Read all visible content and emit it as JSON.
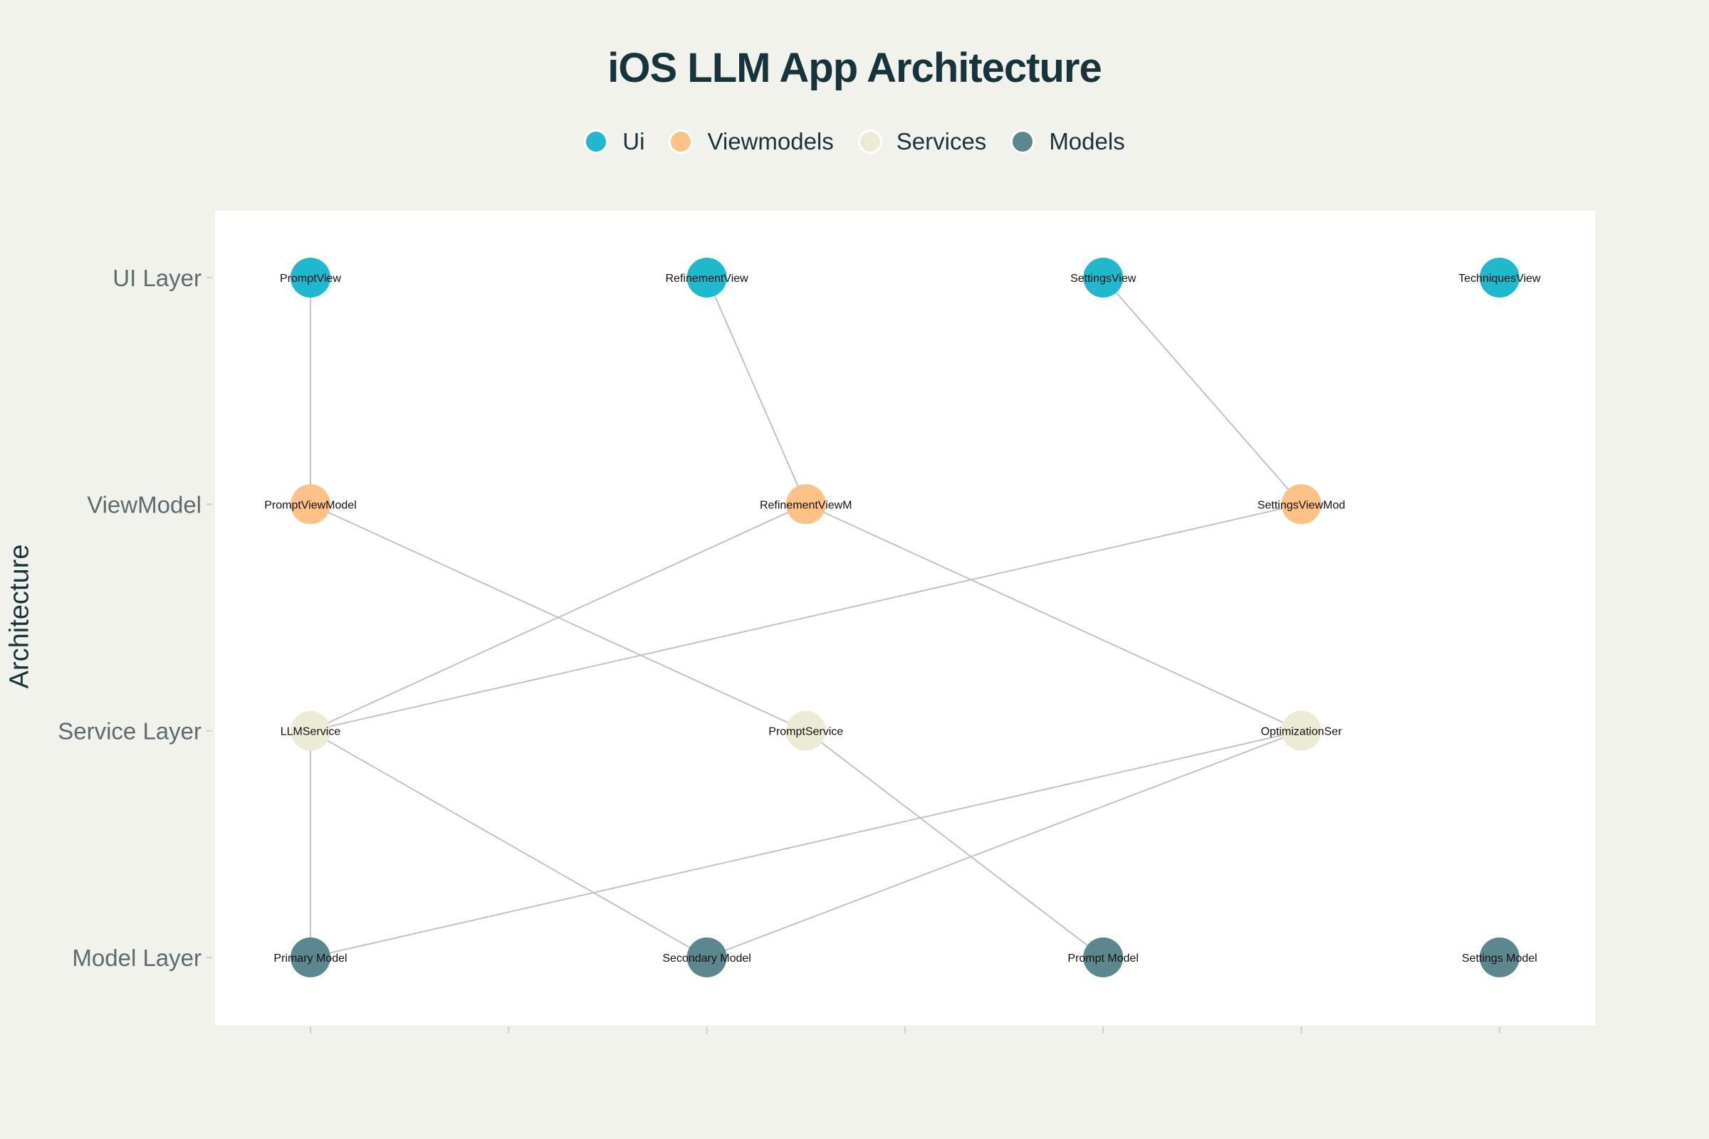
{
  "title": "iOS LLM App Architecture",
  "legend": [
    {
      "label": "Ui",
      "color": "#1fb8cd"
    },
    {
      "label": "Viewmodels",
      "color": "#ffc185"
    },
    {
      "label": "Services",
      "color": "#ecebd5"
    },
    {
      "label": "Models",
      "color": "#5d878f"
    }
  ],
  "y_axis_title": "Architecture",
  "layers": [
    "UI Layer",
    "ViewModel",
    "Service Layer",
    "Model Layer"
  ],
  "chart_data": {
    "type": "network",
    "nodes": [
      {
        "id": "PromptView",
        "label": "PromptView",
        "group": "Ui",
        "layer": "UI Layer",
        "col": 0
      },
      {
        "id": "RefinementView",
        "label": "RefinementView",
        "group": "Ui",
        "layer": "UI Layer",
        "col": 2
      },
      {
        "id": "SettingsView",
        "label": "SettingsView",
        "group": "Ui",
        "layer": "UI Layer",
        "col": 4
      },
      {
        "id": "TechniquesView",
        "label": "TechniquesView",
        "group": "Ui",
        "layer": "UI Layer",
        "col": 6
      },
      {
        "id": "PromptViewModel",
        "label": "PromptViewModel",
        "group": "Viewmodels",
        "layer": "ViewModel",
        "col": 0
      },
      {
        "id": "RefinementViewM",
        "label": "RefinementViewM",
        "group": "Viewmodels",
        "layer": "ViewModel",
        "col": 2.5
      },
      {
        "id": "SettingsViewMod",
        "label": "SettingsViewMod",
        "group": "Viewmodels",
        "layer": "ViewModel",
        "col": 5
      },
      {
        "id": "LLMService",
        "label": "LLMService",
        "group": "Services",
        "layer": "Service Layer",
        "col": 0
      },
      {
        "id": "PromptService",
        "label": "PromptService",
        "group": "Services",
        "layer": "Service Layer",
        "col": 2.5
      },
      {
        "id": "OptimizationSer",
        "label": "OptimizationSer",
        "group": "Services",
        "layer": "Service Layer",
        "col": 5
      },
      {
        "id": "PrimaryModel",
        "label": "Primary Model",
        "group": "Models",
        "layer": "Model Layer",
        "col": 0
      },
      {
        "id": "SecondaryModel",
        "label": "Secondary Model",
        "group": "Models",
        "layer": "Model Layer",
        "col": 2
      },
      {
        "id": "PromptModel",
        "label": "Prompt Model",
        "group": "Models",
        "layer": "Model Layer",
        "col": 4
      },
      {
        "id": "SettingsModel",
        "label": "Settings Model",
        "group": "Models",
        "layer": "Model Layer",
        "col": 6
      }
    ],
    "edges": [
      [
        "PromptView",
        "PromptViewModel"
      ],
      [
        "RefinementView",
        "RefinementViewM"
      ],
      [
        "SettingsView",
        "SettingsViewMod"
      ],
      [
        "PromptViewModel",
        "PromptService"
      ],
      [
        "RefinementViewM",
        "LLMService"
      ],
      [
        "RefinementViewM",
        "OptimizationSer"
      ],
      [
        "SettingsViewMod",
        "LLMService"
      ],
      [
        "LLMService",
        "PrimaryModel"
      ],
      [
        "LLMService",
        "SecondaryModel"
      ],
      [
        "PromptService",
        "PromptModel"
      ],
      [
        "OptimizationSer",
        "PrimaryModel"
      ],
      [
        "OptimizationSer",
        "SecondaryModel"
      ]
    ],
    "x_ticks": 7,
    "grid": false
  }
}
